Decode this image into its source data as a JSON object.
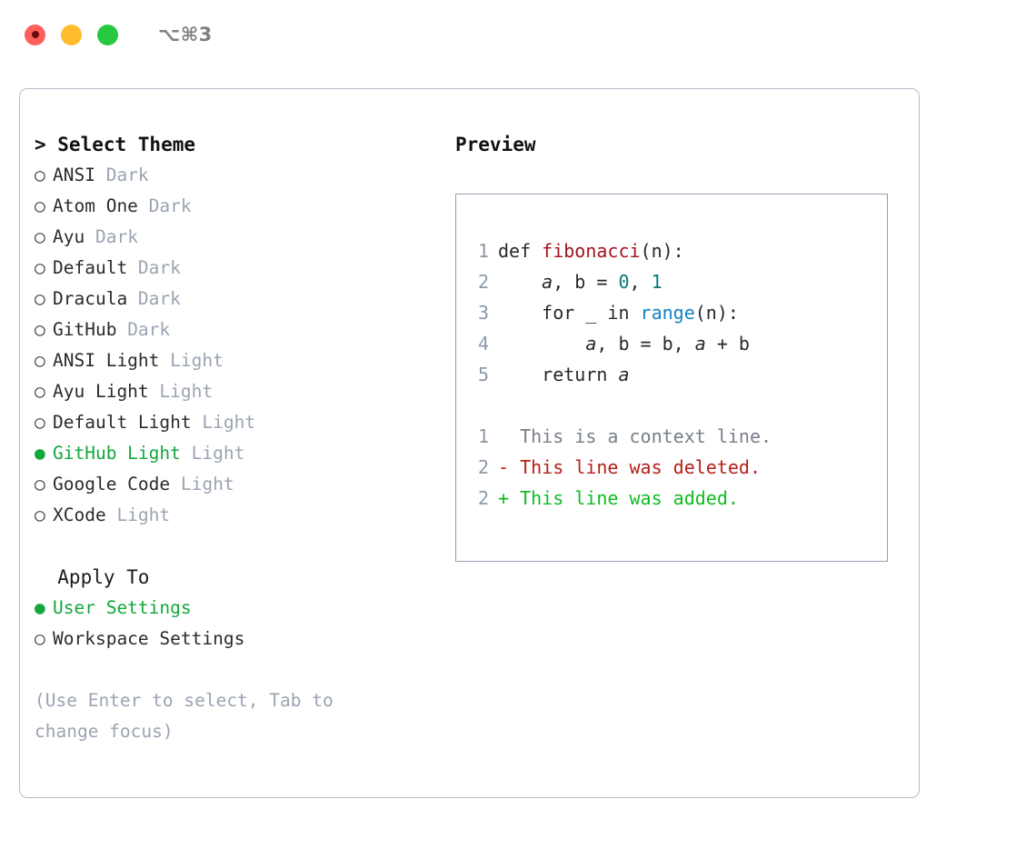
{
  "titlebar": {
    "shortcut": "⌥⌘3",
    "buttons": [
      {
        "name": "close",
        "color": "#ff605c"
      },
      {
        "name": "minimize",
        "color": "#ffbd2e"
      },
      {
        "name": "maximize",
        "color": "#28c840"
      }
    ]
  },
  "theme_picker": {
    "heading": "> Select Theme",
    "bullet_on": "●",
    "bullet_off": "○",
    "items": [
      {
        "bullet": "○",
        "label": "ANSI",
        "tag": "Dark",
        "selected": false
      },
      {
        "bullet": "○",
        "label": "Atom One",
        "tag": "Dark",
        "selected": false
      },
      {
        "bullet": "○",
        "label": "Ayu",
        "tag": "Dark",
        "selected": false
      },
      {
        "bullet": "○",
        "label": "Default",
        "tag": "Dark",
        "selected": false
      },
      {
        "bullet": "○",
        "label": "Dracula",
        "tag": "Dark",
        "selected": false
      },
      {
        "bullet": "○",
        "label": "GitHub",
        "tag": "Dark",
        "selected": false
      },
      {
        "bullet": "○",
        "label": "ANSI Light",
        "tag": "Light",
        "selected": false
      },
      {
        "bullet": "○",
        "label": "Ayu Light",
        "tag": "Light",
        "selected": false
      },
      {
        "bullet": "○",
        "label": "Default Light",
        "tag": "Light",
        "selected": false
      },
      {
        "bullet": "●",
        "label": "GitHub Light",
        "tag": "Light",
        "selected": true
      },
      {
        "bullet": "○",
        "label": "Google Code",
        "tag": "Light",
        "selected": false
      },
      {
        "bullet": "○",
        "label": "XCode",
        "tag": "Light",
        "selected": false
      }
    ]
  },
  "apply_to": {
    "heading": "  Apply To",
    "items": [
      {
        "bullet": "●",
        "label": "User Settings",
        "selected": true
      },
      {
        "bullet": "○",
        "label": "Workspace Settings",
        "selected": false
      }
    ]
  },
  "help": {
    "text": "(Use Enter to select, Tab to change focus)"
  },
  "preview": {
    "title": "Preview",
    "code_lines": [
      {
        "lineno": "1",
        "tokens": [
          {
            "t": "def ",
            "c": "plain"
          },
          {
            "t": "fibonacci",
            "c": "fn"
          },
          {
            "t": "(n):",
            "c": "plain"
          }
        ]
      },
      {
        "lineno": "2",
        "tokens": [
          {
            "t": "    ",
            "c": "plain"
          },
          {
            "t": "a",
            "c": "var"
          },
          {
            "t": ", b = ",
            "c": "plain"
          },
          {
            "t": "0",
            "c": "num"
          },
          {
            "t": ", ",
            "c": "plain"
          },
          {
            "t": "1",
            "c": "num"
          }
        ]
      },
      {
        "lineno": "3",
        "tokens": [
          {
            "t": "    for _ in ",
            "c": "plain"
          },
          {
            "t": "range",
            "c": "builtin"
          },
          {
            "t": "(n):",
            "c": "plain"
          }
        ]
      },
      {
        "lineno": "4",
        "tokens": [
          {
            "t": "        ",
            "c": "plain"
          },
          {
            "t": "a",
            "c": "var"
          },
          {
            "t": ", b = b, ",
            "c": "plain"
          },
          {
            "t": "a",
            "c": "var"
          },
          {
            "t": " + b",
            "c": "plain"
          }
        ]
      },
      {
        "lineno": "5",
        "tokens": [
          {
            "t": "    return ",
            "c": "plain"
          },
          {
            "t": "a",
            "c": "var"
          }
        ]
      }
    ],
    "diff_lines": [
      {
        "lineno": "1",
        "marker": "  ",
        "text": "This is a context line.",
        "kind": "context"
      },
      {
        "lineno": "2",
        "marker": "- ",
        "text": "This line was deleted.",
        "kind": "del"
      },
      {
        "lineno": "2",
        "marker": "+ ",
        "text": "This line was added.",
        "kind": "add"
      }
    ]
  }
}
